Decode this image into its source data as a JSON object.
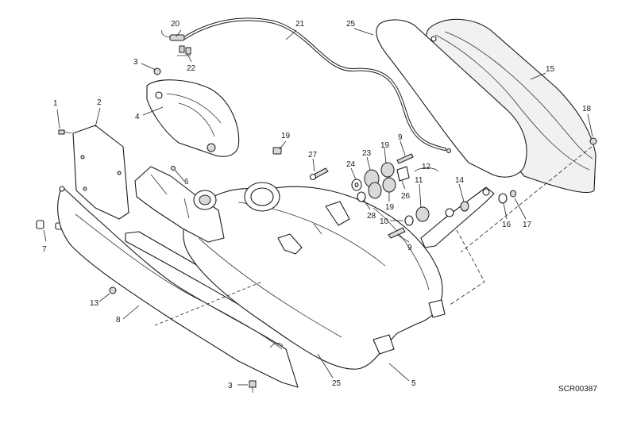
{
  "diagram": {
    "reference_code": "SCR00387",
    "callouts": {
      "c1": "1",
      "c2": "2",
      "c3a": "3",
      "c3b": "3",
      "c4": "4",
      "c5": "5",
      "c6": "6",
      "c7": "7",
      "c8": "8",
      "c9a": "9",
      "c9b": "9",
      "c10": "10",
      "c11": "11",
      "c12": "12",
      "c13": "13",
      "c14": "14",
      "c15": "15",
      "c16": "16",
      "c17": "17",
      "c18": "18",
      "c19a": "19",
      "c19b": "19",
      "c19c": "19",
      "c20": "20",
      "c21": "21",
      "c22": "22",
      "c23": "23",
      "c24": "24",
      "c25a": "25",
      "c25b": "25",
      "c26": "26",
      "c27": "27",
      "c28": "28"
    }
  }
}
